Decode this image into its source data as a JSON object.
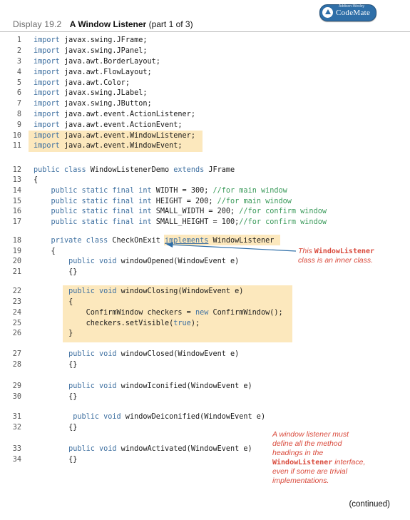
{
  "header": {
    "display_label": "Display 19.2",
    "title": "A Window Listener",
    "part": "(part 1 of 3)"
  },
  "badge": {
    "caption": "Addison-Wesley",
    "label": "CodeMate"
  },
  "code": [
    {
      "num": "1",
      "parts": [
        {
          "k": "kw",
          "t": "import"
        },
        {
          "t": " javax.swing.JFrame;"
        }
      ]
    },
    {
      "num": "2",
      "parts": [
        {
          "k": "kw",
          "t": "import"
        },
        {
          "t": " javax.swing.JPanel;"
        }
      ]
    },
    {
      "num": "3",
      "parts": [
        {
          "k": "kw",
          "t": "import"
        },
        {
          "t": " java.awt.BorderLayout;"
        }
      ]
    },
    {
      "num": "4",
      "parts": [
        {
          "k": "kw",
          "t": "import"
        },
        {
          "t": " java.awt.FlowLayout;"
        }
      ]
    },
    {
      "num": "5",
      "parts": [
        {
          "k": "kw",
          "t": "import"
        },
        {
          "t": " java.awt.Color;"
        }
      ]
    },
    {
      "num": "6",
      "parts": [
        {
          "k": "kw",
          "t": "import"
        },
        {
          "t": " javax.swing.JLabel;"
        }
      ]
    },
    {
      "num": "7",
      "parts": [
        {
          "k": "kw",
          "t": "import"
        },
        {
          "t": " javax.swing.JButton;"
        }
      ]
    },
    {
      "num": "8",
      "parts": [
        {
          "k": "kw",
          "t": "import"
        },
        {
          "t": " java.awt.event.ActionListener;"
        }
      ]
    },
    {
      "num": "9",
      "parts": [
        {
          "k": "kw",
          "t": "import"
        },
        {
          "t": " java.awt.event.ActionEvent;"
        }
      ]
    },
    {
      "num": "10",
      "parts": [
        {
          "k": "kw",
          "t": "import"
        },
        {
          "t": " java.awt.event.WindowListener;"
        }
      ]
    },
    {
      "num": "11",
      "parts": [
        {
          "k": "kw",
          "t": "import"
        },
        {
          "t": " java.awt.event.WindowEvent;"
        }
      ]
    },
    {
      "num": "12",
      "parts": [
        {
          "k": "kw",
          "t": "public class"
        },
        {
          "t": " WindowListenerDemo "
        },
        {
          "k": "kw",
          "t": "extends"
        },
        {
          "t": " JFrame"
        }
      ]
    },
    {
      "num": "13",
      "parts": [
        {
          "t": "{"
        }
      ]
    },
    {
      "num": "14",
      "parts": [
        {
          "t": "    "
        },
        {
          "k": "kw",
          "t": "public static final int"
        },
        {
          "t": " WIDTH = 300; "
        },
        {
          "k": "cm",
          "t": "//for main window"
        }
      ]
    },
    {
      "num": "15",
      "parts": [
        {
          "t": "    "
        },
        {
          "k": "kw",
          "t": "public static final int"
        },
        {
          "t": " HEIGHT = 200; "
        },
        {
          "k": "cm",
          "t": "//for main window"
        }
      ]
    },
    {
      "num": "16",
      "parts": [
        {
          "t": "    "
        },
        {
          "k": "kw",
          "t": "public static final int"
        },
        {
          "t": " SMALL_WIDTH = 200; "
        },
        {
          "k": "cm",
          "t": "//for confirm window"
        }
      ]
    },
    {
      "num": "17",
      "parts": [
        {
          "t": "    "
        },
        {
          "k": "kw",
          "t": "public static final int"
        },
        {
          "t": " SMALL_HEIGHT = 100;"
        },
        {
          "k": "cm",
          "t": "//for confirm window"
        }
      ]
    },
    {
      "num": "18",
      "parts": [
        {
          "t": "    "
        },
        {
          "k": "kw",
          "t": "private class"
        },
        {
          "t": " CheckOnExit "
        },
        {
          "k": "kwu",
          "t": "implements"
        },
        {
          "t": " WindowListener"
        }
      ]
    },
    {
      "num": "19",
      "parts": [
        {
          "t": "    {"
        }
      ]
    },
    {
      "num": "20",
      "parts": [
        {
          "t": "        "
        },
        {
          "k": "kw",
          "t": "public void"
        },
        {
          "t": " windowOpened(WindowEvent e)"
        }
      ]
    },
    {
      "num": "21",
      "parts": [
        {
          "t": "        {}"
        }
      ]
    },
    {
      "num": "22",
      "parts": [
        {
          "t": "        "
        },
        {
          "k": "kw",
          "t": "public void"
        },
        {
          "t": " windowClosing(WindowEvent e)"
        }
      ]
    },
    {
      "num": "23",
      "parts": [
        {
          "t": "        {"
        }
      ]
    },
    {
      "num": "24",
      "parts": [
        {
          "t": "            ConfirmWindow checkers = "
        },
        {
          "k": "kw",
          "t": "new"
        },
        {
          "t": " ConfirmWindow();"
        }
      ]
    },
    {
      "num": "25",
      "parts": [
        {
          "t": "            checkers.setVisible("
        },
        {
          "k": "kw",
          "t": "true"
        },
        {
          "t": ");"
        }
      ]
    },
    {
      "num": "26",
      "parts": [
        {
          "t": "        }"
        }
      ]
    },
    {
      "num": "27",
      "parts": [
        {
          "t": "        "
        },
        {
          "k": "kw",
          "t": "public void"
        },
        {
          "t": " windowClosed(WindowEvent e)"
        }
      ]
    },
    {
      "num": "28",
      "parts": [
        {
          "t": "        {}"
        }
      ]
    },
    {
      "num": "29",
      "parts": [
        {
          "t": "        "
        },
        {
          "k": "kw",
          "t": "public void"
        },
        {
          "t": " windowIconified(WindowEvent e)"
        }
      ]
    },
    {
      "num": "30",
      "parts": [
        {
          "t": "        {}"
        }
      ]
    },
    {
      "num": "31",
      "parts": [
        {
          "t": "         "
        },
        {
          "k": "kw",
          "t": "public void"
        },
        {
          "t": " windowDeiconified(WindowEvent e)"
        }
      ]
    },
    {
      "num": "32",
      "parts": [
        {
          "t": "        {}"
        }
      ]
    },
    {
      "num": "33",
      "parts": [
        {
          "t": "        "
        },
        {
          "k": "kw",
          "t": "public void"
        },
        {
          "t": " windowActivated(WindowEvent e)"
        }
      ]
    },
    {
      "num": "34",
      "parts": [
        {
          "t": "        {}"
        }
      ]
    }
  ],
  "annotations": {
    "inner_class": {
      "line1_pre": "This ",
      "line1_mono": "WindowListener",
      "line2": "class is an inner class."
    },
    "listener_note": {
      "l1": "A window listener must",
      "l2": "define all the method",
      "l3": "headings in the",
      "l4_mono": "WindowListener",
      "l4_post": " interface,",
      "l5": "even if some are trivial",
      "l6": "implementations."
    }
  },
  "footer": {
    "continued": "(continued)"
  },
  "colors": {
    "highlight": "#fce8bd",
    "keyword": "#3d6fa0",
    "comment": "#3a9a5a",
    "annotation": "#d94a3c",
    "badge": "#2f6fa8"
  }
}
